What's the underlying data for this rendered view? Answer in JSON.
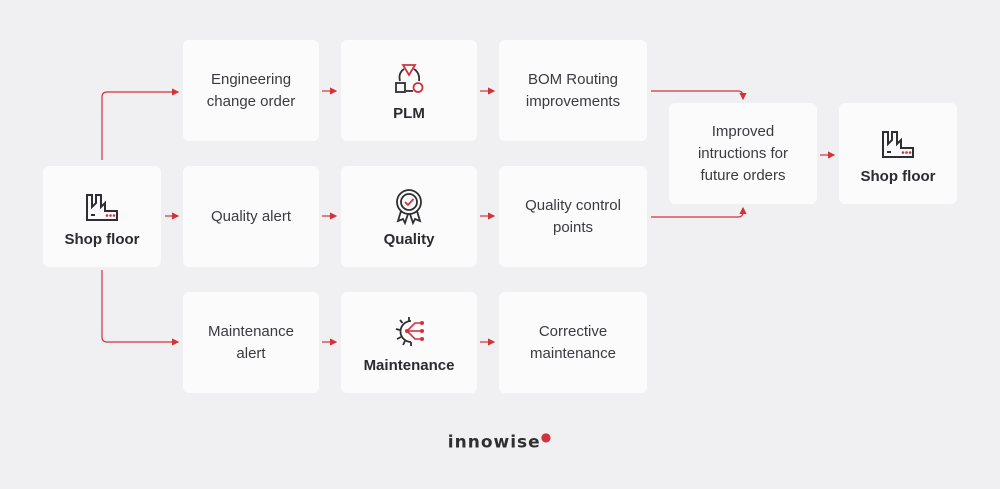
{
  "colors": {
    "accent": "#d0333b",
    "card": "#fbfbfc",
    "background": "#f0f0f2",
    "text": "#3b3b40"
  },
  "source": {
    "label": "Shop floor",
    "icon": "factory-icon"
  },
  "rows": [
    {
      "trigger": "Engineering\nchange order",
      "system": "PLM",
      "system_icon": "plm-shapes-icon",
      "outcome": "BOM Routing\nimprovements"
    },
    {
      "trigger": "Quality alert",
      "system": "Quality",
      "system_icon": "quality-badge-icon",
      "outcome": "Quality control\npoints"
    },
    {
      "trigger": "Maintenance\nalert",
      "system": "Maintenance",
      "system_icon": "maintenance-gear-icon",
      "outcome": "Corrective\nmaintenance"
    }
  ],
  "merge": {
    "text": "Improved\nintructions for\nfuture orders"
  },
  "destination": {
    "label": "Shop floor",
    "icon": "factory-icon"
  },
  "brand": {
    "name": "innowise"
  }
}
